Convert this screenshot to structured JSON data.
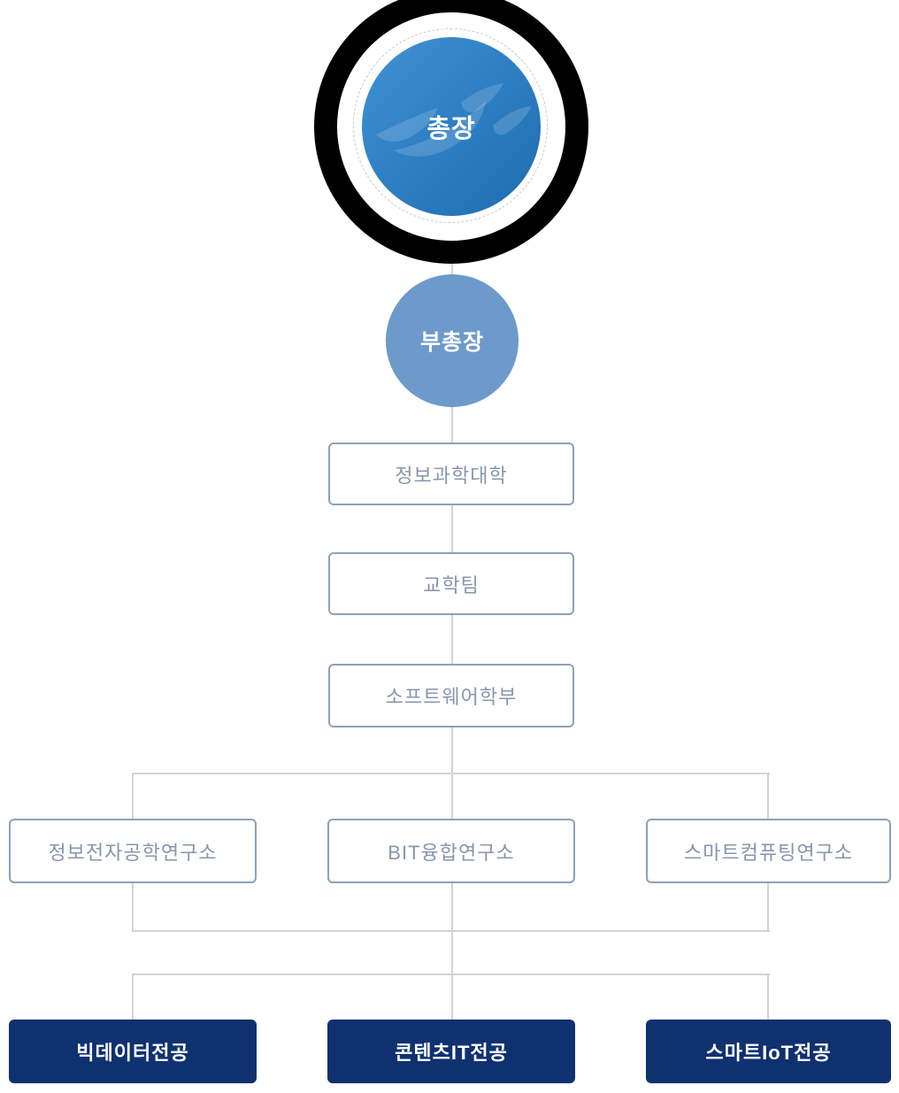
{
  "chart": {
    "type": "org-chart",
    "nodes": {
      "president": "총장",
      "vice_president": "부총장",
      "college": "정보과학대학",
      "team": "교학팀",
      "school": "소프트웨어학부"
    },
    "institutes": [
      "정보전자공학연구소",
      "BIT융합연구소",
      "스마트컴퓨팅연구소"
    ],
    "majors": [
      "빅데이터전공",
      "콘텐츠IT전공",
      "스마트IoT전공"
    ],
    "colors": {
      "president_outer_ring": "#000000",
      "president_gradient_start": "#4293d3",
      "president_gradient_end": "#1e6db1",
      "vice_president_fill": "#6d9aca",
      "outline_box_border": "#8ca1b8",
      "outline_box_text": "#8796ad",
      "major_box_fill": "#103170",
      "major_box_text": "#ffffff",
      "connector_line": "#d3d3d3"
    }
  }
}
